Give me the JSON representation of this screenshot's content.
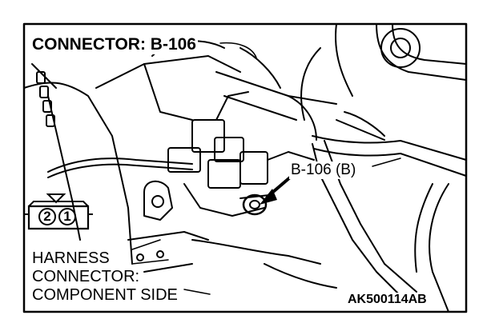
{
  "title": "CONNECTOR: B-106",
  "callout_label": "B-106 (B)",
  "harness_label": {
    "line1": "HARNESS",
    "line2": "CONNECTOR:",
    "line3": "COMPONENT SIDE"
  },
  "pins": [
    "2",
    "1"
  ],
  "figure_code": "AK500114AB",
  "colors": {
    "ink": "#000000",
    "paper": "#ffffff"
  }
}
